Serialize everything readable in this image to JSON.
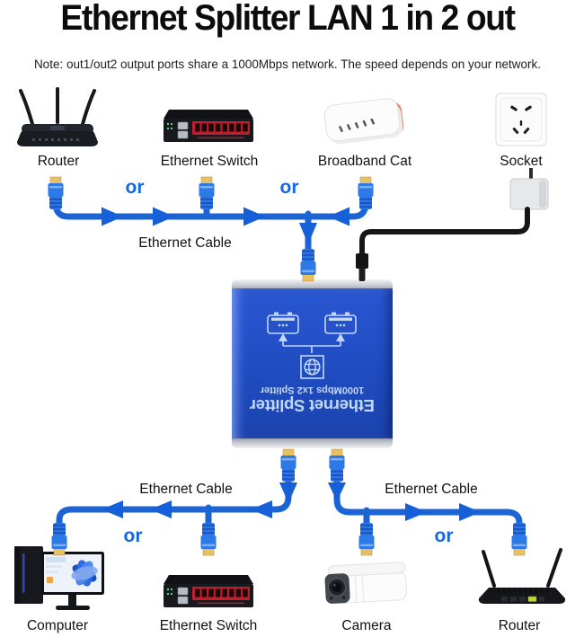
{
  "page": {
    "title": "Ethernet Splitter LAN 1 in 2 out",
    "note": "Note: out1/out2 output ports share a 1000Mbps network. The speed depends on your network."
  },
  "top_devices": [
    {
      "icon": "router-icon",
      "label": "Router"
    },
    {
      "icon": "ethernet-switch-icon",
      "label": "Ethernet Switch"
    },
    {
      "icon": "broadband-cat-icon",
      "label": "Broadband Cat"
    },
    {
      "icon": "socket-icon",
      "label": "Socket"
    }
  ],
  "bottom_devices": [
    {
      "icon": "computer-icon",
      "label": "Computer"
    },
    {
      "icon": "ethernet-switch-icon",
      "label": "Ethernet Switch"
    },
    {
      "icon": "camera-icon",
      "label": "Camera"
    },
    {
      "icon": "router-icon",
      "label": "Router"
    }
  ],
  "cable_labels": [
    "Ethernet Cable",
    "Ethernet Cable",
    "Ethernet Cable"
  ],
  "or_labels": [
    "or",
    "or",
    "or",
    "or"
  ],
  "splitter": {
    "title": "Ethernet Splitter",
    "subtitle": "1000Mbps 1x2 Splitter",
    "icons": [
      "globe-icon",
      "port-split-icon"
    ]
  },
  "colors": {
    "cable_blue": "#1c63d4",
    "arrow_blue": "#1560d8",
    "or_blue": "#1668e2",
    "splitter_blue": "#1f4cc0",
    "power_cable_black": "#161616",
    "connector_gold": "#e6c063"
  }
}
